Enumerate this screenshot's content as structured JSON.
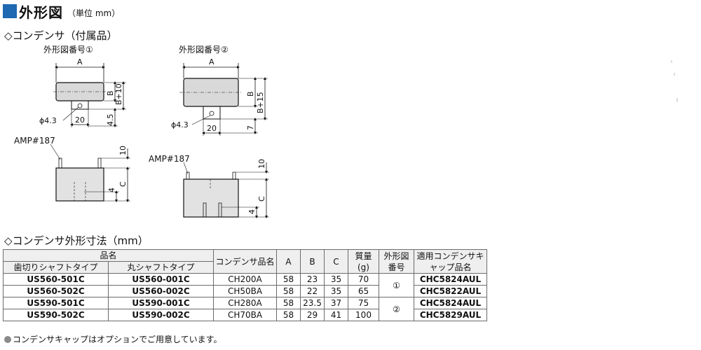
{
  "header": {
    "title": "外形図",
    "unit": "（単位 mm）"
  },
  "section1": {
    "title": "◇コンデンサ（付属品）"
  },
  "drawings": {
    "fig1": {
      "label": "外形図番号①",
      "dim_a": "A",
      "dim_b": "B",
      "dim_b_plus": "B+10",
      "dim_hole": "ϕ4.3",
      "dim_pitch": "20",
      "dim_height": "4.5",
      "amp": "AMP#187",
      "dim_top": "10",
      "dim_c": "C",
      "dim_4": "4"
    },
    "fig2": {
      "label": "外形図番号②",
      "dim_a": "A",
      "dim_b": "B",
      "dim_b_plus": "B+15",
      "dim_hole": "ϕ4.3",
      "dim_pitch": "20",
      "dim_height": "7",
      "amp": "AMP#187",
      "dim_top": "10",
      "dim_c": "C",
      "dim_4": "4"
    }
  },
  "section2": {
    "title": "◇コンデンサ外形寸法（mm）"
  },
  "table": {
    "header_product": "品名",
    "header_gear": "歯切りシャフトタイプ",
    "header_round": "丸シャフトタイプ",
    "header_cap": "コンデンサ品名",
    "header_a": "A",
    "header_b": "B",
    "header_c": "C",
    "header_mass": "質量(g)",
    "header_fig": "外形図番号",
    "header_capcover": "適用コンデンサキャップ品名",
    "rows": [
      {
        "gear": "US560-501C",
        "round": "US560-001C",
        "cap": "CH200A",
        "a": "58",
        "b": "23",
        "c": "35",
        "mass": "70",
        "cover": "CHC5824AUL"
      },
      {
        "gear": "US560-502C",
        "round": "US560-002C",
        "cap": "CH50BA",
        "a": "58",
        "b": "22",
        "c": "35",
        "mass": "65",
        "cover": "CHC5822AUL"
      },
      {
        "gear": "US590-501C",
        "round": "US590-001C",
        "cap": "CH280A",
        "a": "58",
        "b": "23.5",
        "c": "37",
        "mass": "75",
        "cover": "CHC5824AUL"
      },
      {
        "gear": "US590-502C",
        "round": "US590-002C",
        "cap": "CH70BA",
        "a": "58",
        "b": "29",
        "c": "41",
        "mass": "100",
        "cover": "CHC5829AUL"
      }
    ],
    "fig_group1": "①",
    "fig_group2": "②"
  },
  "footnote": "コンデンサキャップはオプションでご用意しています。"
}
